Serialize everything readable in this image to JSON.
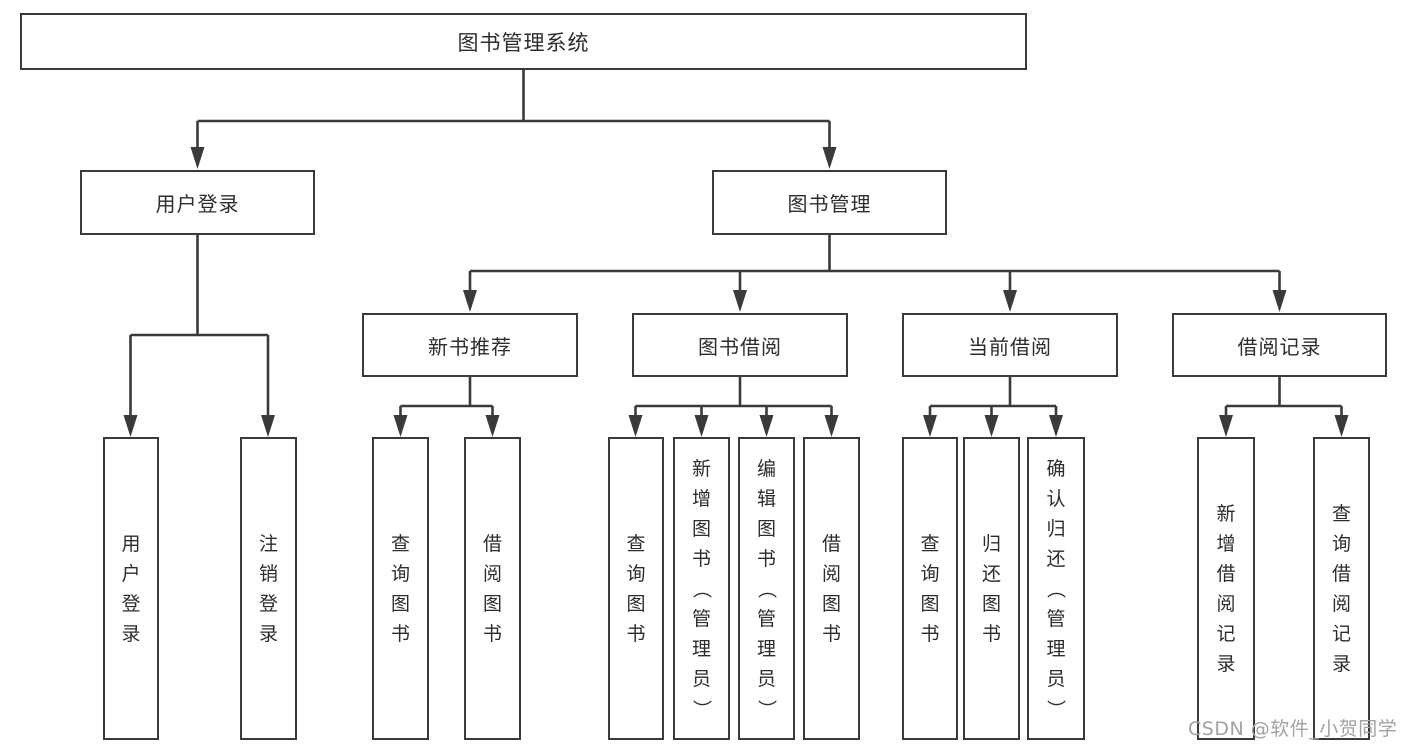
{
  "diagram": {
    "title": "图书管理系统",
    "colors": {
      "line": "#3a3a3a",
      "text": "#2d2d2d",
      "watermark": "#a2a2a2",
      "background": "#ffffff"
    },
    "watermark": {
      "text": "CSDN @软件_小贺同学"
    },
    "structure": {
      "root": "图书管理系统",
      "children": [
        {
          "label": "用户登录",
          "children": [
            "用户登录",
            "注销登录"
          ]
        },
        {
          "label": "图书管理",
          "children": [
            {
              "label": "新书推荐",
              "children": [
                "查询图书",
                "借阅图书"
              ]
            },
            {
              "label": "图书借阅",
              "children": [
                "查询图书",
                "新增图书（管理员）",
                "编辑图书（管理员）",
                "借阅图书"
              ]
            },
            {
              "label": "当前借阅",
              "children": [
                "查询图书",
                "归还图书",
                "确认归还（管理员）"
              ]
            },
            {
              "label": "借阅记录",
              "children": [
                "新增借阅记录",
                "查询借阅记录"
              ]
            }
          ]
        }
      ]
    }
  }
}
